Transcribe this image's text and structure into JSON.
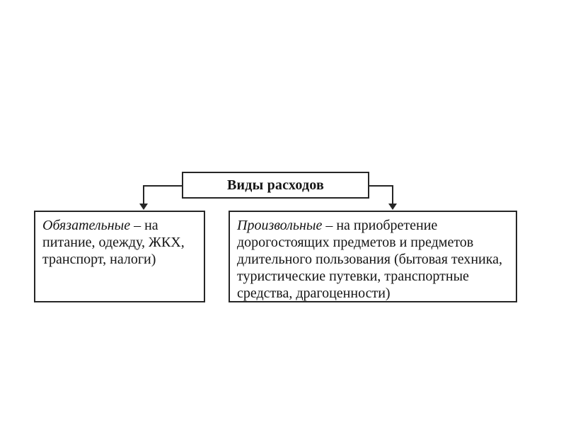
{
  "diagram": {
    "title_box": {
      "label": "Виды расходов"
    },
    "branches": [
      {
        "term": "Обязательные",
        "rest": " – на питание, одежду, ЖКХ, транспорт, налоги)"
      },
      {
        "term": "Произвольные",
        "rest": " – на приобретение дорогостоящих предметов и предметов длительного пользования (бытовая техника, туристические путевки, транспортные средства, драгоценности)"
      }
    ],
    "colors": {
      "line": "#262626",
      "text": "#151515",
      "background": "#ffffff"
    }
  }
}
